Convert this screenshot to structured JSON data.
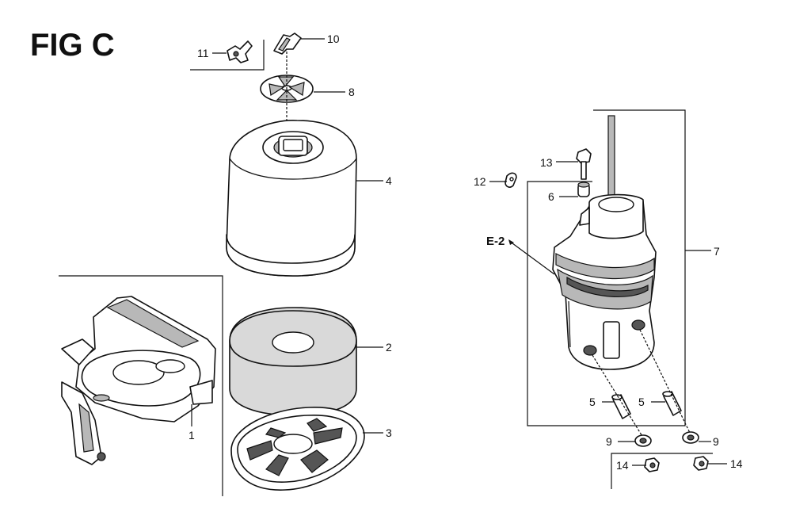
{
  "figure": {
    "title": "FIG C"
  },
  "callouts": {
    "c1": "1",
    "c2": "2",
    "c3": "3",
    "c4": "4",
    "c5a": "5",
    "c5b": "5",
    "c6": "6",
    "c7": "7",
    "c8": "8",
    "c9a": "9",
    "c9b": "9",
    "c10": "10",
    "c11": "11",
    "c12": "12",
    "c13": "13",
    "c14a": "14",
    "c14b": "14",
    "e2": "E-2"
  },
  "parts": [
    {
      "ref": "1",
      "kind": "air-cleaner-base"
    },
    {
      "ref": "2",
      "kind": "air-filter-element"
    },
    {
      "ref": "3",
      "kind": "filter-grid-plate"
    },
    {
      "ref": "4",
      "kind": "air-cleaner-cover"
    },
    {
      "ref": "5",
      "kind": "collar"
    },
    {
      "ref": "6",
      "kind": "grommet"
    },
    {
      "ref": "7",
      "kind": "elbow-assembly"
    },
    {
      "ref": "8",
      "kind": "cover-seal"
    },
    {
      "ref": "9",
      "kind": "washer"
    },
    {
      "ref": "10",
      "kind": "wing-nut"
    },
    {
      "ref": "11",
      "kind": "wing-nut"
    },
    {
      "ref": "12",
      "kind": "clip"
    },
    {
      "ref": "13",
      "kind": "bolt"
    },
    {
      "ref": "14",
      "kind": "nut"
    }
  ]
}
